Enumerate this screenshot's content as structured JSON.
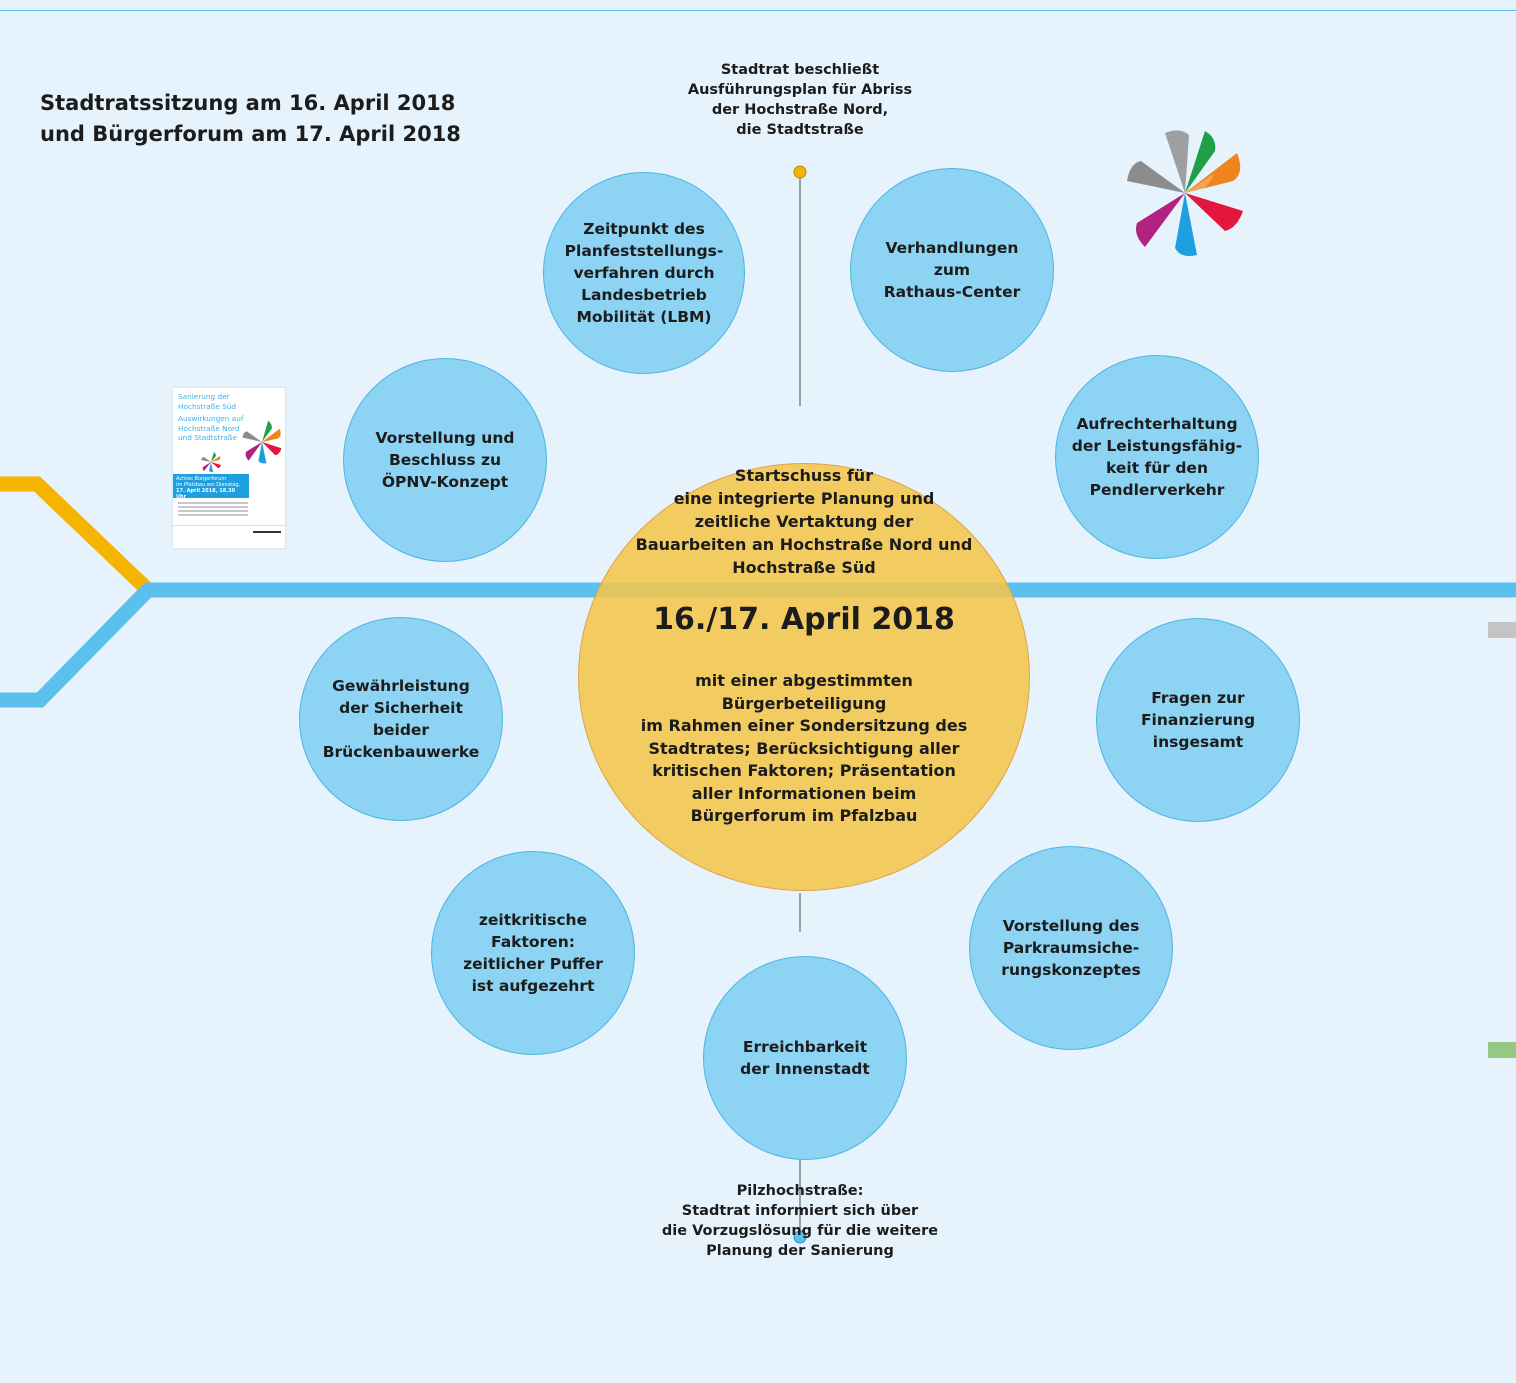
{
  "heading": {
    "line1": "Stadtratssitzung am 16. April 2018",
    "line2": "und Bürgerforum am 17. April 2018"
  },
  "top_note": {
    "lines": [
      "Stadtrat beschließt",
      "Ausführungsplan für Abriss",
      "der Hochstraße Nord,",
      "die Stadtstraße"
    ]
  },
  "bottom_note": {
    "lines": [
      "Pilzhochstraße:",
      "Stadtrat informiert sich über",
      "die Vorzugslösung für die weitere",
      "Planung der Sanierung"
    ]
  },
  "center": {
    "intro": [
      "Startschuss für",
      "eine integrierte Planung und",
      "zeitliche Vertaktung der",
      "Bauarbeiten an Hochstraße Nord und",
      "Hochstraße Süd"
    ],
    "date": "16./17. April 2018",
    "details": [
      "mit einer abgestimmten",
      "Bürgerbeteiligung",
      "im Rahmen einer Sondersitzung des",
      "Stadtrates; Berücksichtigung aller",
      "kritischen Faktoren; Präsentation",
      "aller Informationen beim",
      "Bürgerforum im Pfalzbau"
    ]
  },
  "bubbles": {
    "planfeststellung": [
      "Zeitpunkt des",
      "Planfeststellungs-",
      "verfahren durch",
      "Landesbetrieb",
      "Mobilität (LBM)"
    ],
    "rathaus": [
      "Verhandlungen",
      "zum",
      "Rathaus-Center"
    ],
    "oepnv": [
      "Vorstellung und",
      "Beschluss zu",
      "ÖPNV-Konzept"
    ],
    "pendler": [
      "Aufrechterhaltung",
      "der Leistungsfähig-",
      "keit für den",
      "Pendlerverkehr"
    ],
    "sicherheit": [
      "Gewährleistung",
      "der Sicherheit beider",
      "Brückenbauwerke"
    ],
    "finanzierung": [
      "Fragen zur",
      "Finanzierung",
      "insgesamt"
    ],
    "zeitkritisch": [
      "zeitkritische",
      "Faktoren:",
      "zeitlicher Puffer",
      "ist aufgezehrt"
    ],
    "parkraum": [
      "Vorstellung des",
      "Parkraumsiche-",
      "rungskonzeptes"
    ],
    "innenstadt": [
      "Erreichbarkeit",
      "der Innenstadt"
    ]
  },
  "flyer": {
    "title_lines": [
      "Sanierung der",
      "Hochstraße Süd"
    ],
    "subtitle_lines": [
      "Auswirkungen auf",
      "Hochstraße Nord",
      "und Stadtstraße"
    ],
    "band_lines": [
      "Achtes Bürgerforum",
      "im Pfalzbau am Dienstag,",
      "17. April 2018, 18.30 Uhr"
    ]
  },
  "colors": {
    "background": "#e6f3fc",
    "bubble_fill": "#8dd3f4",
    "center_fill": "#f4c54b",
    "blue_line": "#5cc0ee",
    "yellow_line": "#f5b400",
    "top_dot": "#f5b400",
    "bottom_dot": "#5cc0ee"
  },
  "icons": {
    "logo": "pinwheel-logo-icon",
    "flyer": "flyer-thumbnail"
  }
}
